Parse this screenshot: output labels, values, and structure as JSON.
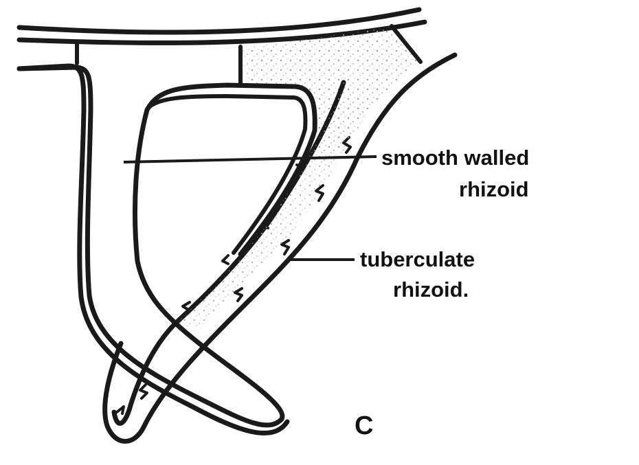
{
  "labels": {
    "smooth_line1": "smooth walled",
    "smooth_line2": "rhizoid",
    "tuber_line1": "tuberculate",
    "tuber_line2": "rhizoid.",
    "panel_letter": "C"
  },
  "colors": {
    "ink": "#1a1a1a",
    "background": "#ffffff",
    "stipple": "#9a9a9a"
  }
}
